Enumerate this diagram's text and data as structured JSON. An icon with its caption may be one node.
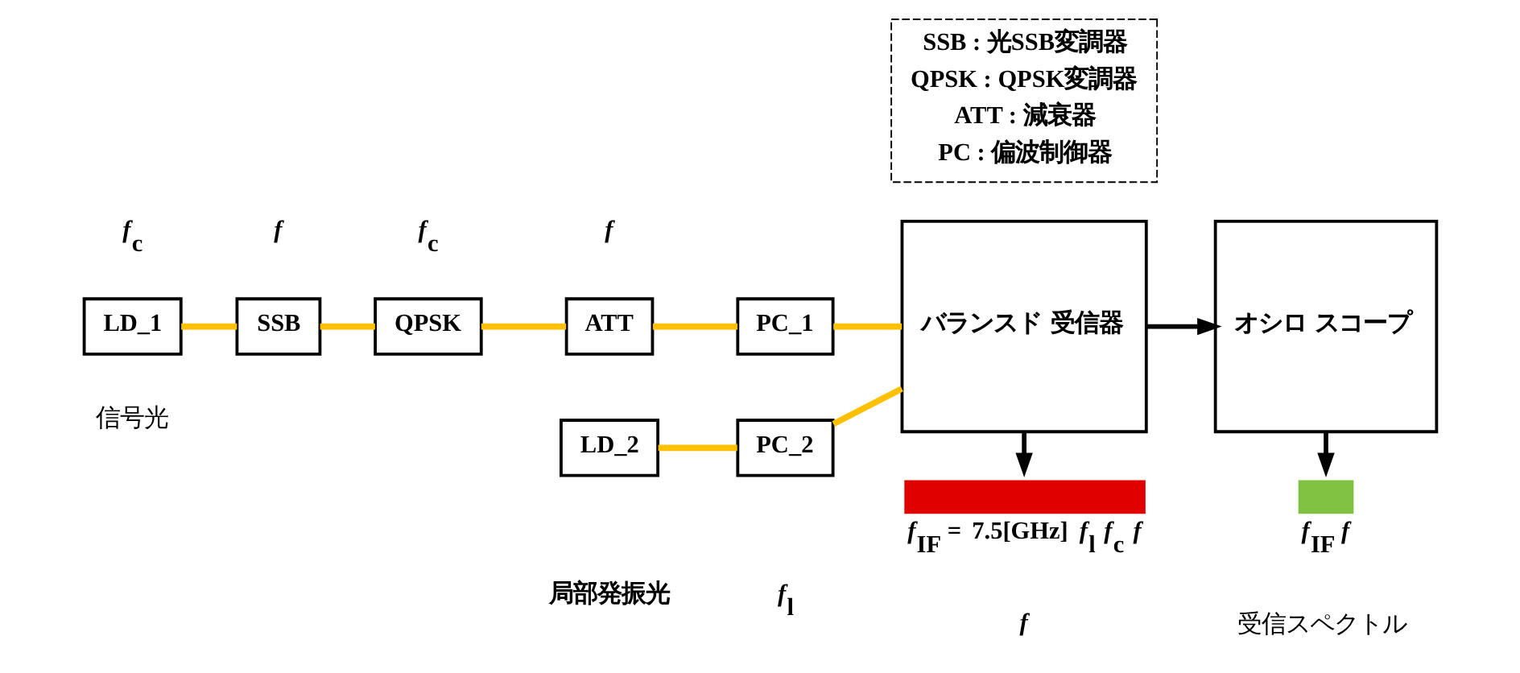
{
  "diagram": {
    "nodes": [
      {
        "text": [
          "LD_1"
        ],
        "beside": [
          "信号光"
        ]
      },
      {
        "text": [
          "SSB"
        ]
      },
      {
        "text": [
          "QPSK"
        ]
      },
      {
        "text": [
          "ATT"
        ]
      },
      {
        "text": [
          "PC_1"
        ]
      },
      {
        "text": [
          "LD_2"
        ]
      },
      {
        "text": [
          "PC_2"
        ]
      },
      {
        "text": [
          "バランスド 受信器"
        ]
      },
      {
        "text": [
          "オシロ スコープ"
        ]
      },
      {
        "text": [
          "*f*$_{IF}$ = 7.5[GHz]",
          "*f*$_{l}$",
          "*f*$_{c}$",
          "*f*"
        ]
      },
      {
        "text": [
          "*f*$_{IF}$",
          "*f*"
        ],
        "beside": [
          "受信スペクトル"
        ]
      },
      {
        "text": [
          "SSB : 光SSB変調器",
          "QPSK : QPSK変調器",
          "ATT : 減衰器",
          "PC : 偏波制御器"
        ]
      }
    ],
    "edges": [
      {
        "from": 0,
        "to": 1,
        "arrow": "none"
      },
      {
        "from": 1,
        "to": 2,
        "arrow": "none"
      },
      {
        "from": 2,
        "to": 3,
        "arrow": "none"
      },
      {
        "from": 3,
        "to": 4,
        "arrow": "none"
      },
      {
        "from": 4,
        "to": 7,
        "arrow": "none"
      },
      {
        "from": 5,
        "to": 6,
        "arrow": "none"
      },
      {
        "from": 6,
        "to": 7,
        "arrow": "none"
      },
      {
        "from": 7,
        "to": 8,
        "arrow": "to",
        "color": "#000000"
      },
      {
        "from": 7,
        "to": 9,
        "arrow": "to",
        "color": "#000000"
      },
      {
        "from": 8,
        "to": 10,
        "arrow": "to",
        "color": "#000000"
      }
    ],
    "labels": [
      "*f*$_{c}$",
      "*f*",
      "*f*$_{c}$",
      "*f*",
      "局部発振光",
      "*f*$_{l}$",
      "*f*"
    ]
  }
}
